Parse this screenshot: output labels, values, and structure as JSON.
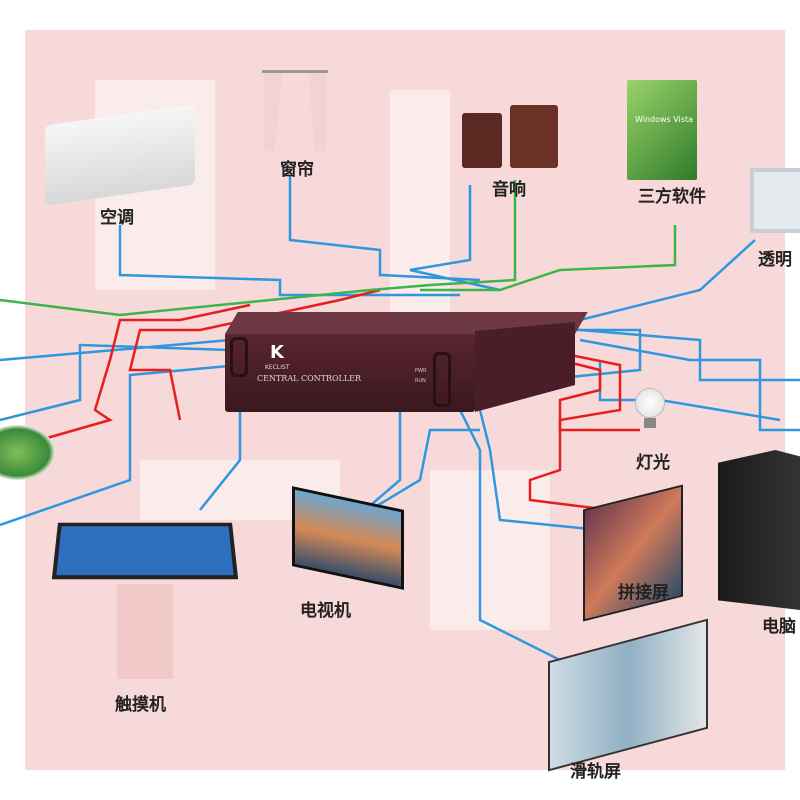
{
  "controller": {
    "brand": "K",
    "brand_sub": "KECLIST",
    "title": "CENTRAL CONTROLLER",
    "leds": [
      "PWR",
      "RUN"
    ]
  },
  "devices": {
    "aircon": "空调",
    "curtain": "窗帘",
    "speaker": "音响",
    "software": "三方软件",
    "software_box": "Windows Vista",
    "transparent_screen": "透明",
    "light": "灯光",
    "computer": "电脑",
    "splice_screen": "拼接屏",
    "slide_screen": "滑轨屏",
    "tv": "电视机",
    "touch_kiosk": "触摸机"
  },
  "colors": {
    "blue": "#2f97dd",
    "red": "#e81e1e",
    "green": "#3cb54a",
    "watermark": "#f0b9b9"
  }
}
